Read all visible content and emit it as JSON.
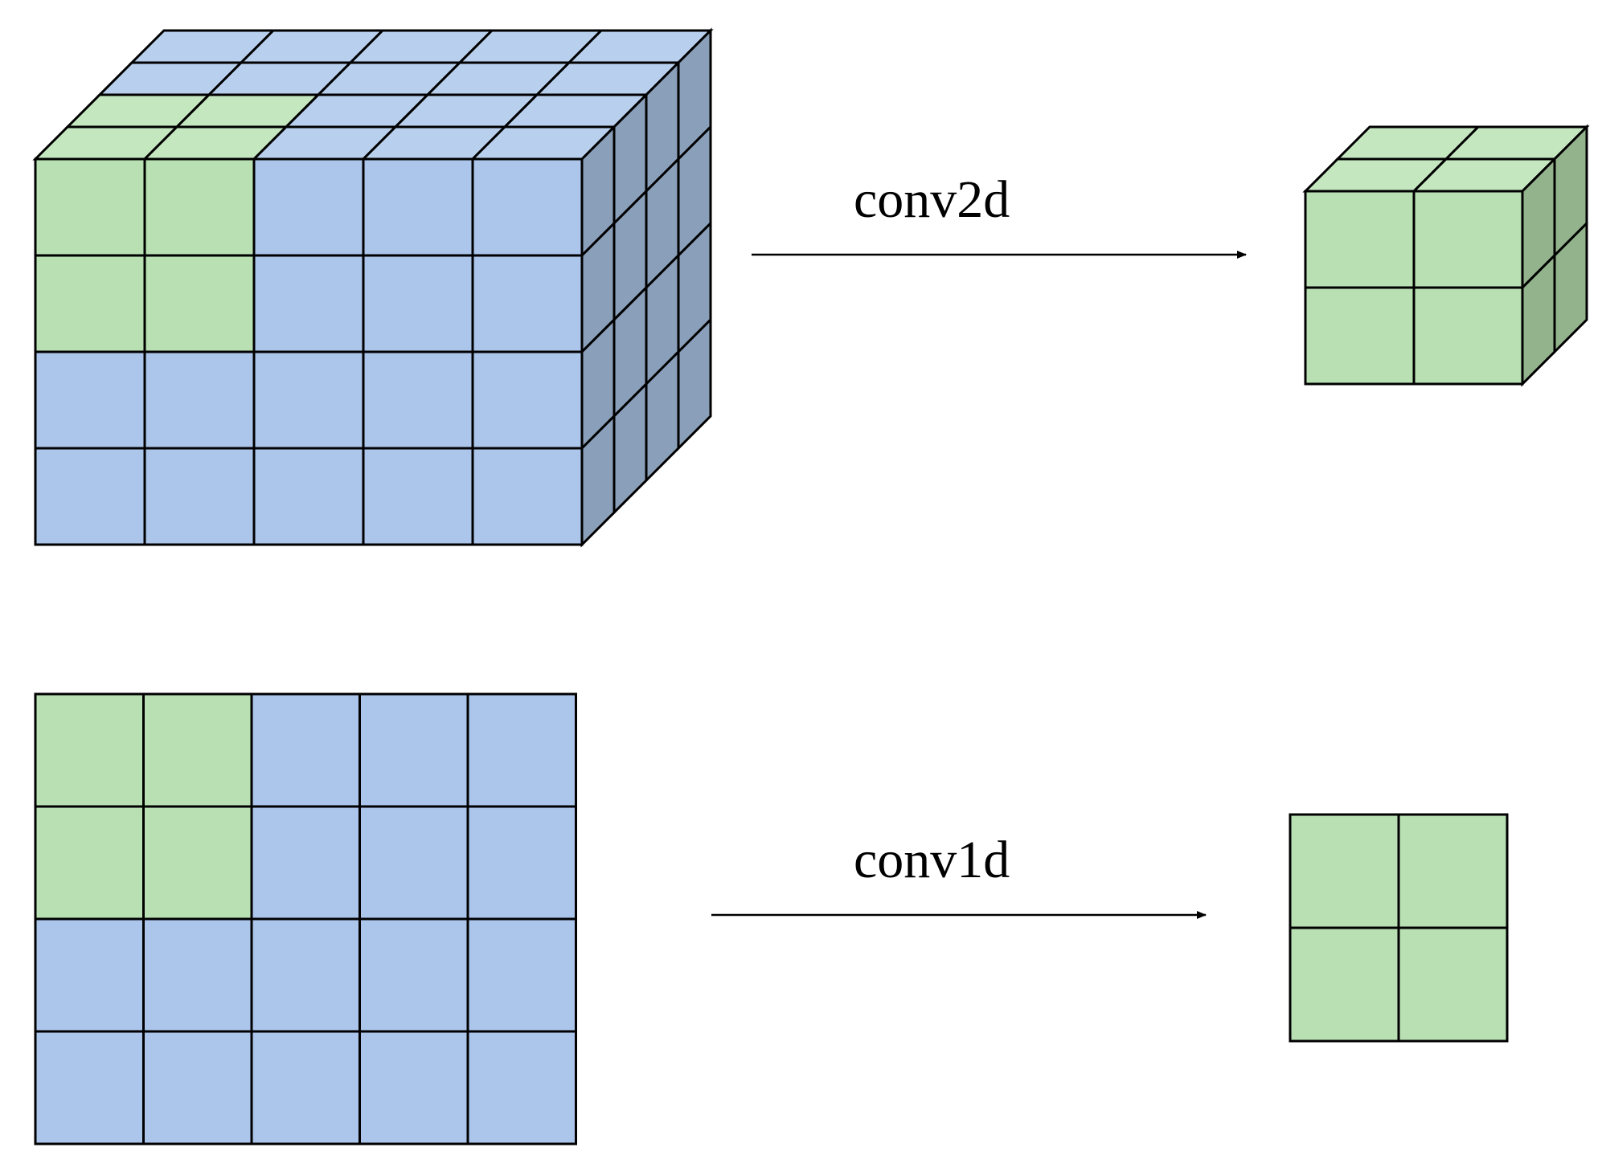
{
  "operations": [
    {
      "label": "conv2d"
    },
    {
      "label": "conv1d"
    }
  ],
  "input_volume": {
    "rows": 4,
    "cols": 5,
    "depth": 4,
    "highlight_rows": 2,
    "highlight_cols": 2
  },
  "output_volume": {
    "rows": 2,
    "cols": 2,
    "depth": 2
  },
  "input_grid": {
    "rows": 4,
    "cols": 5,
    "highlight_rows": 2,
    "highlight_cols": 2
  },
  "output_grid": {
    "rows": 2,
    "cols": 2
  },
  "colors": {
    "blue_front": "#abc5eb",
    "blue_top": "#b8d0ee",
    "blue_side": "#8aa0ba",
    "green_front": "#b9e0b3",
    "green_top": "#c5e7c0",
    "green_side": "#93b38c",
    "stroke": "#000000"
  }
}
